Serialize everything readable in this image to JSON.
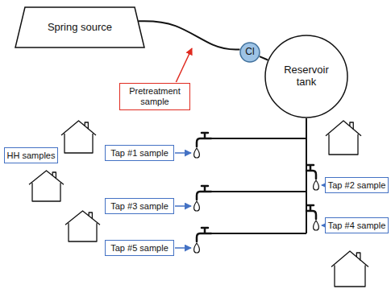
{
  "diagram": {
    "nodes": [
      {
        "text": [
          "Spring source"
        ]
      },
      {
        "text": [
          "Cl"
        ]
      },
      {
        "text": [
          "Pretreatment sample"
        ]
      },
      {
        "text": [
          "Reservoir tank"
        ]
      },
      {
        "text": [
          "HH samples"
        ]
      },
      {
        "text": [
          "Tap #1 sample"
        ]
      },
      {
        "text": [
          "Tap #2 sample"
        ]
      },
      {
        "text": [
          "Tap #3 sample"
        ]
      },
      {
        "text": [
          "Tap #4 sample"
        ]
      },
      {
        "text": [
          "Tap #5 sample"
        ]
      }
    ],
    "edges": [
      {
        "from": 0,
        "to": 1,
        "arrow": "none"
      },
      {
        "from": 1,
        "to": 3,
        "arrow": "none"
      }
    ]
  }
}
